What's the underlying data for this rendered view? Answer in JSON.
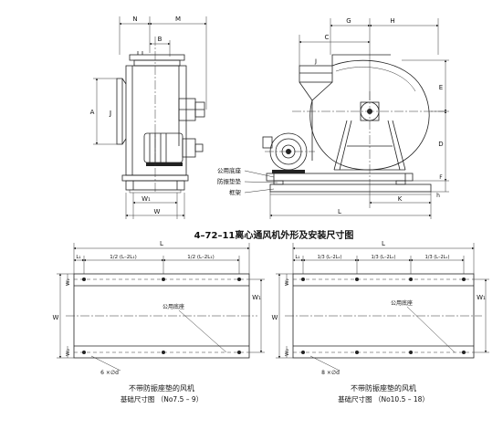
{
  "figure": {
    "main_caption": "4–72–11离心通风机外形及安装尺寸图",
    "side_dims": {
      "N": "N",
      "M": "M",
      "B": "B",
      "A": "A",
      "W1": "W₁",
      "W": "W"
    },
    "front_dims": {
      "C": "C",
      "G": "G",
      "H": "H",
      "E": "E",
      "D": "D",
      "L": "L",
      "K": "K",
      "F": "F",
      "h": "h"
    },
    "callouts": {
      "common_base": "公用底座",
      "anti_vibration_pad": "防振垫垫",
      "frame": "框架"
    }
  },
  "plan_left": {
    "L": "L",
    "L1": "L₁",
    "half_span_1": "1/2 (L–2L₁)",
    "half_span_2": "1/2 (L–2L₁)",
    "W": "W",
    "W1": "W₁",
    "W2_top": "W₂",
    "W2_bottom": "W₂",
    "base_label": "公用底座",
    "holes": "6 ×∅d",
    "caption_line1": "不带防振座垫的风机",
    "caption_line2": "基础尺寸图 （No7.5 – 9）"
  },
  "plan_right": {
    "L": "L",
    "L1": "L₁",
    "third_span_1": "1/3 (L–2L₁)",
    "third_span_2": "1/3 (L–2L₁)",
    "third_span_3": "1/3 (L–2L₁)",
    "W": "W",
    "W1": "W₁",
    "W2_top": "W₂",
    "W2_bottom": "W₂",
    "base_label": "公用底座",
    "holes": "8 ×∅d",
    "caption_line1": "不带防振座垫的风机",
    "caption_line2": "基础尺寸图 （No10.5 – 18）"
  }
}
